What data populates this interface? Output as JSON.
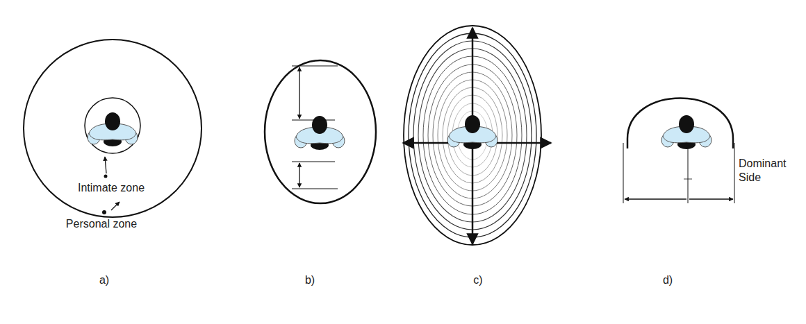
{
  "diagram": {
    "labels": [
      "Intimate zone",
      "Personal zone",
      "a)",
      "b)",
      "c)",
      "d)",
      "Dominant Side"
    ]
  }
}
